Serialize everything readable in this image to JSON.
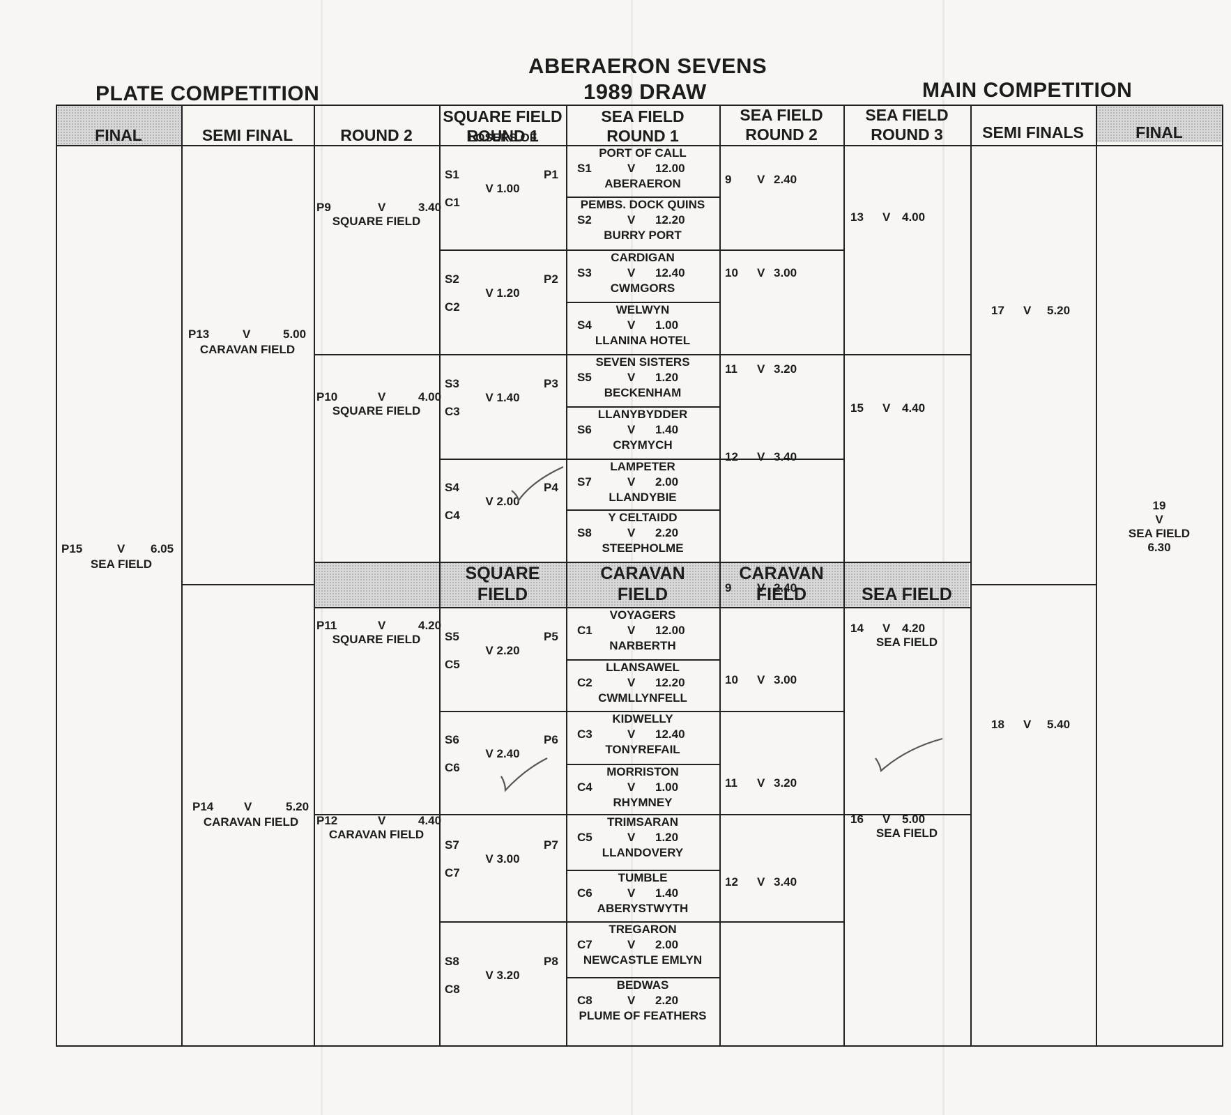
{
  "event": {
    "name": "ABERAERON SEVENS",
    "year_draw": "1989 DRAW"
  },
  "plate_competition": {
    "title": "PLATE COMPETITION"
  },
  "main_competition": {
    "title": "MAIN COMPETITION"
  },
  "headers": {
    "plate_final": "FINAL",
    "plate_semi": "SEMI FINAL",
    "round2": "ROUND 2",
    "sq_r1_a": "SQUARE FIELD",
    "sq_r1_b": "ROUND 1",
    "sea_r1_a": "SEA FIELD",
    "sea_r1_b": "ROUND 1",
    "sea_r2_a": "SEA FIELD",
    "sea_r2_b": "ROUND 2",
    "sea_r3_a": "SEA FIELD",
    "sea_r3_b": "ROUND 3",
    "main_semi": "SEMI FINALS",
    "main_final": "FINAL"
  },
  "divider": {
    "square_a": "SQUARE",
    "square_b": "FIELD",
    "caravan1_a": "CARAVAN",
    "caravan1_b": "FIELD",
    "caravan2_a": "CARAVAN",
    "caravan2_b": "FIELD",
    "sea": "SEA FIELD"
  },
  "losers_of": "LOSERS OF",
  "vs": "V",
  "plate": {
    "final": {
      "code": "P15",
      "time": "6.05",
      "venue": "SEA FIELD"
    },
    "semi1": {
      "code": "P13",
      "time": "5.00",
      "venue": "CARAVAN FIELD"
    },
    "semi2": {
      "code": "P14",
      "time": "5.20",
      "venue": "CARAVAN FIELD"
    },
    "r2": [
      {
        "code": "P9",
        "time": "3.40",
        "venue": "SQUARE FIELD"
      },
      {
        "code": "P10",
        "time": "4.00",
        "venue": "SQUARE FIELD"
      },
      {
        "code": "P11",
        "time": "4.20",
        "venue": "SQUARE FIELD"
      },
      {
        "code": "P12",
        "time": "4.40",
        "venue": "CARAVAN FIELD"
      }
    ]
  },
  "square_r1": [
    {
      "a": "S1",
      "b": "C1",
      "code": "P1",
      "v": "V 1.00"
    },
    {
      "a": "S2",
      "b": "C2",
      "code": "P2",
      "v": "V 1.20"
    },
    {
      "a": "S3",
      "b": "C3",
      "code": "P3",
      "v": "V 1.40"
    },
    {
      "a": "S4",
      "b": "C4",
      "code": "P4",
      "v": "V 2.00"
    },
    {
      "a": "S5",
      "b": "C5",
      "code": "P5",
      "v": "V 2.20"
    },
    {
      "a": "S6",
      "b": "C6",
      "code": "P6",
      "v": "V 2.40"
    },
    {
      "a": "S7",
      "b": "C7",
      "code": "P7",
      "v": "V 3.00"
    },
    {
      "a": "S8",
      "b": "C8",
      "code": "P8",
      "v": "V 3.20"
    }
  ],
  "sea_r1": [
    {
      "code": "S1",
      "time": "12.00",
      "home": "PORT OF CALL",
      "away": "ABERAERON"
    },
    {
      "code": "S2",
      "time": "12.20",
      "home": "PEMBS. DOCK QUINS",
      "away": "BURRY PORT"
    },
    {
      "code": "S3",
      "time": "12.40",
      "home": "CARDIGAN",
      "away": "CWMGORS"
    },
    {
      "code": "S4",
      "time": "1.00",
      "home": "WELWYN",
      "away": "LLANINA HOTEL"
    },
    {
      "code": "S5",
      "time": "1.20",
      "home": "SEVEN SISTERS",
      "away": "BECKENHAM"
    },
    {
      "code": "S6",
      "time": "1.40",
      "home": "LLANYBYDDER",
      "away": "CRYMYCH"
    },
    {
      "code": "S7",
      "time": "2.00",
      "home": "LAMPETER",
      "away": "LLANDYBIE"
    },
    {
      "code": "S8",
      "time": "2.20",
      "home": "Y CELTAIDD",
      "away": "STEEPHOLME"
    },
    {
      "code": "C1",
      "time": "12.00",
      "home": "VOYAGERS",
      "away": "NARBERTH"
    },
    {
      "code": "C2",
      "time": "12.20",
      "home": "LLANSAWEL",
      "away": "CWMLLYNFELL"
    },
    {
      "code": "C3",
      "time": "12.40",
      "home": "KIDWELLY",
      "away": "TONYREFAIL"
    },
    {
      "code": "C4",
      "time": "1.00",
      "home": "MORRISTON",
      "away": "RHYMNEY"
    },
    {
      "code": "C5",
      "time": "1.20",
      "home": "TRIMSARAN",
      "away": "LLANDOVERY"
    },
    {
      "code": "C6",
      "time": "1.40",
      "home": "TUMBLE",
      "away": "ABERYSTWYTH"
    },
    {
      "code": "C7",
      "time": "2.00",
      "home": "TREGARON",
      "away": "NEWCASTLE EMLYN"
    },
    {
      "code": "C8",
      "time": "2.20",
      "home": "BEDWAS",
      "away": "PLUME OF FEATHERS"
    }
  ],
  "sea_r2": [
    {
      "num": "9",
      "time": "2.40"
    },
    {
      "num": "10",
      "time": "3.00"
    },
    {
      "num": "11",
      "time": "3.20"
    },
    {
      "num": "12",
      "time": "3.40"
    },
    {
      "num": "9",
      "time": "2.40"
    },
    {
      "num": "10",
      "time": "3.00"
    },
    {
      "num": "11",
      "time": "3.20"
    },
    {
      "num": "12",
      "time": "3.40"
    }
  ],
  "sea_r3": [
    {
      "num": "13",
      "time": "4.00",
      "venue": ""
    },
    {
      "num": "15",
      "time": "4.40",
      "venue": ""
    },
    {
      "num": "14",
      "time": "4.20",
      "venue": "SEA FIELD"
    },
    {
      "num": "16",
      "time": "5.00",
      "venue": "SEA FIELD"
    }
  ],
  "main_semis": [
    {
      "num": "17",
      "time": "5.20"
    },
    {
      "num": "18",
      "time": "5.40"
    }
  ],
  "main_final": {
    "num": "19",
    "venue": "SEA FIELD",
    "time": "6.30"
  }
}
